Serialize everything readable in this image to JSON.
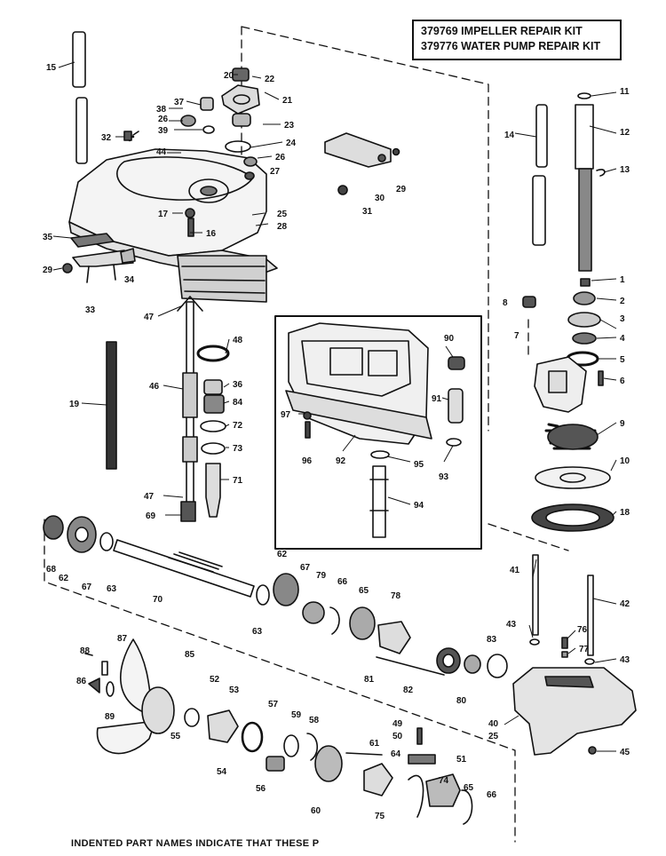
{
  "kit_notes": {
    "line1": "379769 IMPELLER REPAIR KIT",
    "line2": "379776 WATER PUMP REPAIR KIT"
  },
  "footnote": "INDENTED PART NAMES INDICATE THAT THESE P",
  "callouts": [
    {
      "id": "1",
      "label": "1"
    },
    {
      "id": "2",
      "label": "2"
    },
    {
      "id": "3",
      "label": "3"
    },
    {
      "id": "4",
      "label": "4"
    },
    {
      "id": "5",
      "label": "5"
    },
    {
      "id": "6",
      "label": "6"
    },
    {
      "id": "7",
      "label": "7"
    },
    {
      "id": "8",
      "label": "8"
    },
    {
      "id": "9",
      "label": "9"
    },
    {
      "id": "10",
      "label": "10"
    },
    {
      "id": "11",
      "label": "11"
    },
    {
      "id": "12",
      "label": "12"
    },
    {
      "id": "13",
      "label": "13"
    },
    {
      "id": "14",
      "label": "14"
    },
    {
      "id": "15",
      "label": "15"
    },
    {
      "id": "16",
      "label": "16"
    },
    {
      "id": "17",
      "label": "17"
    },
    {
      "id": "18",
      "label": "18"
    },
    {
      "id": "19",
      "label": "19"
    },
    {
      "id": "20",
      "label": "20"
    },
    {
      "id": "21",
      "label": "21"
    },
    {
      "id": "22",
      "label": "22"
    },
    {
      "id": "23",
      "label": "23"
    },
    {
      "id": "24",
      "label": "24"
    },
    {
      "id": "25a",
      "label": "25"
    },
    {
      "id": "26a",
      "label": "26"
    },
    {
      "id": "26b",
      "label": "26"
    },
    {
      "id": "27",
      "label": "27"
    },
    {
      "id": "28",
      "label": "28"
    },
    {
      "id": "29a",
      "label": "29"
    },
    {
      "id": "29b",
      "label": "29"
    },
    {
      "id": "30",
      "label": "30"
    },
    {
      "id": "31",
      "label": "31"
    },
    {
      "id": "32",
      "label": "32"
    },
    {
      "id": "33",
      "label": "33"
    },
    {
      "id": "34",
      "label": "34"
    },
    {
      "id": "35",
      "label": "35"
    },
    {
      "id": "36",
      "label": "36"
    },
    {
      "id": "37",
      "label": "37"
    },
    {
      "id": "38",
      "label": "38"
    },
    {
      "id": "39",
      "label": "39"
    },
    {
      "id": "40",
      "label": "40"
    },
    {
      "id": "25b",
      "label": "25"
    },
    {
      "id": "41",
      "label": "41"
    },
    {
      "id": "42",
      "label": "42"
    },
    {
      "id": "43a",
      "label": "43"
    },
    {
      "id": "43b",
      "label": "43"
    },
    {
      "id": "44",
      "label": "44"
    },
    {
      "id": "45",
      "label": "45"
    },
    {
      "id": "46",
      "label": "46"
    },
    {
      "id": "47a",
      "label": "47"
    },
    {
      "id": "47b",
      "label": "47"
    },
    {
      "id": "48",
      "label": "48"
    },
    {
      "id": "49",
      "label": "49"
    },
    {
      "id": "50",
      "label": "50"
    },
    {
      "id": "51",
      "label": "51"
    },
    {
      "id": "52",
      "label": "52"
    },
    {
      "id": "53",
      "label": "53"
    },
    {
      "id": "54",
      "label": "54"
    },
    {
      "id": "55",
      "label": "55"
    },
    {
      "id": "56",
      "label": "56"
    },
    {
      "id": "57",
      "label": "57"
    },
    {
      "id": "58",
      "label": "58"
    },
    {
      "id": "59",
      "label": "59"
    },
    {
      "id": "60",
      "label": "60"
    },
    {
      "id": "61",
      "label": "61"
    },
    {
      "id": "62a",
      "label": "62"
    },
    {
      "id": "62b",
      "label": "62"
    },
    {
      "id": "63a",
      "label": "63"
    },
    {
      "id": "63b",
      "label": "63"
    },
    {
      "id": "64",
      "label": "64"
    },
    {
      "id": "65a",
      "label": "65"
    },
    {
      "id": "65b",
      "label": "65"
    },
    {
      "id": "66a",
      "label": "66"
    },
    {
      "id": "66b",
      "label": "66"
    },
    {
      "id": "67a",
      "label": "67"
    },
    {
      "id": "67b",
      "label": "67"
    },
    {
      "id": "68",
      "label": "68"
    },
    {
      "id": "69",
      "label": "69"
    },
    {
      "id": "70",
      "label": "70"
    },
    {
      "id": "71",
      "label": "71"
    },
    {
      "id": "72",
      "label": "72"
    },
    {
      "id": "73",
      "label": "73"
    },
    {
      "id": "74",
      "label": "74"
    },
    {
      "id": "75",
      "label": "75"
    },
    {
      "id": "76",
      "label": "76"
    },
    {
      "id": "77",
      "label": "77"
    },
    {
      "id": "78",
      "label": "78"
    },
    {
      "id": "79",
      "label": "79"
    },
    {
      "id": "80",
      "label": "80"
    },
    {
      "id": "81",
      "label": "81"
    },
    {
      "id": "82",
      "label": "82"
    },
    {
      "id": "83",
      "label": "83"
    },
    {
      "id": "84",
      "label": "84"
    },
    {
      "id": "85",
      "label": "85"
    },
    {
      "id": "86",
      "label": "86"
    },
    {
      "id": "87",
      "label": "87"
    },
    {
      "id": "88",
      "label": "88"
    },
    {
      "id": "89",
      "label": "89"
    },
    {
      "id": "90",
      "label": "90"
    },
    {
      "id": "91",
      "label": "91"
    },
    {
      "id": "92",
      "label": "92"
    },
    {
      "id": "93",
      "label": "93"
    },
    {
      "id": "94",
      "label": "94"
    },
    {
      "id": "95",
      "label": "95"
    },
    {
      "id": "96",
      "label": "96"
    },
    {
      "id": "97",
      "label": "97"
    }
  ]
}
